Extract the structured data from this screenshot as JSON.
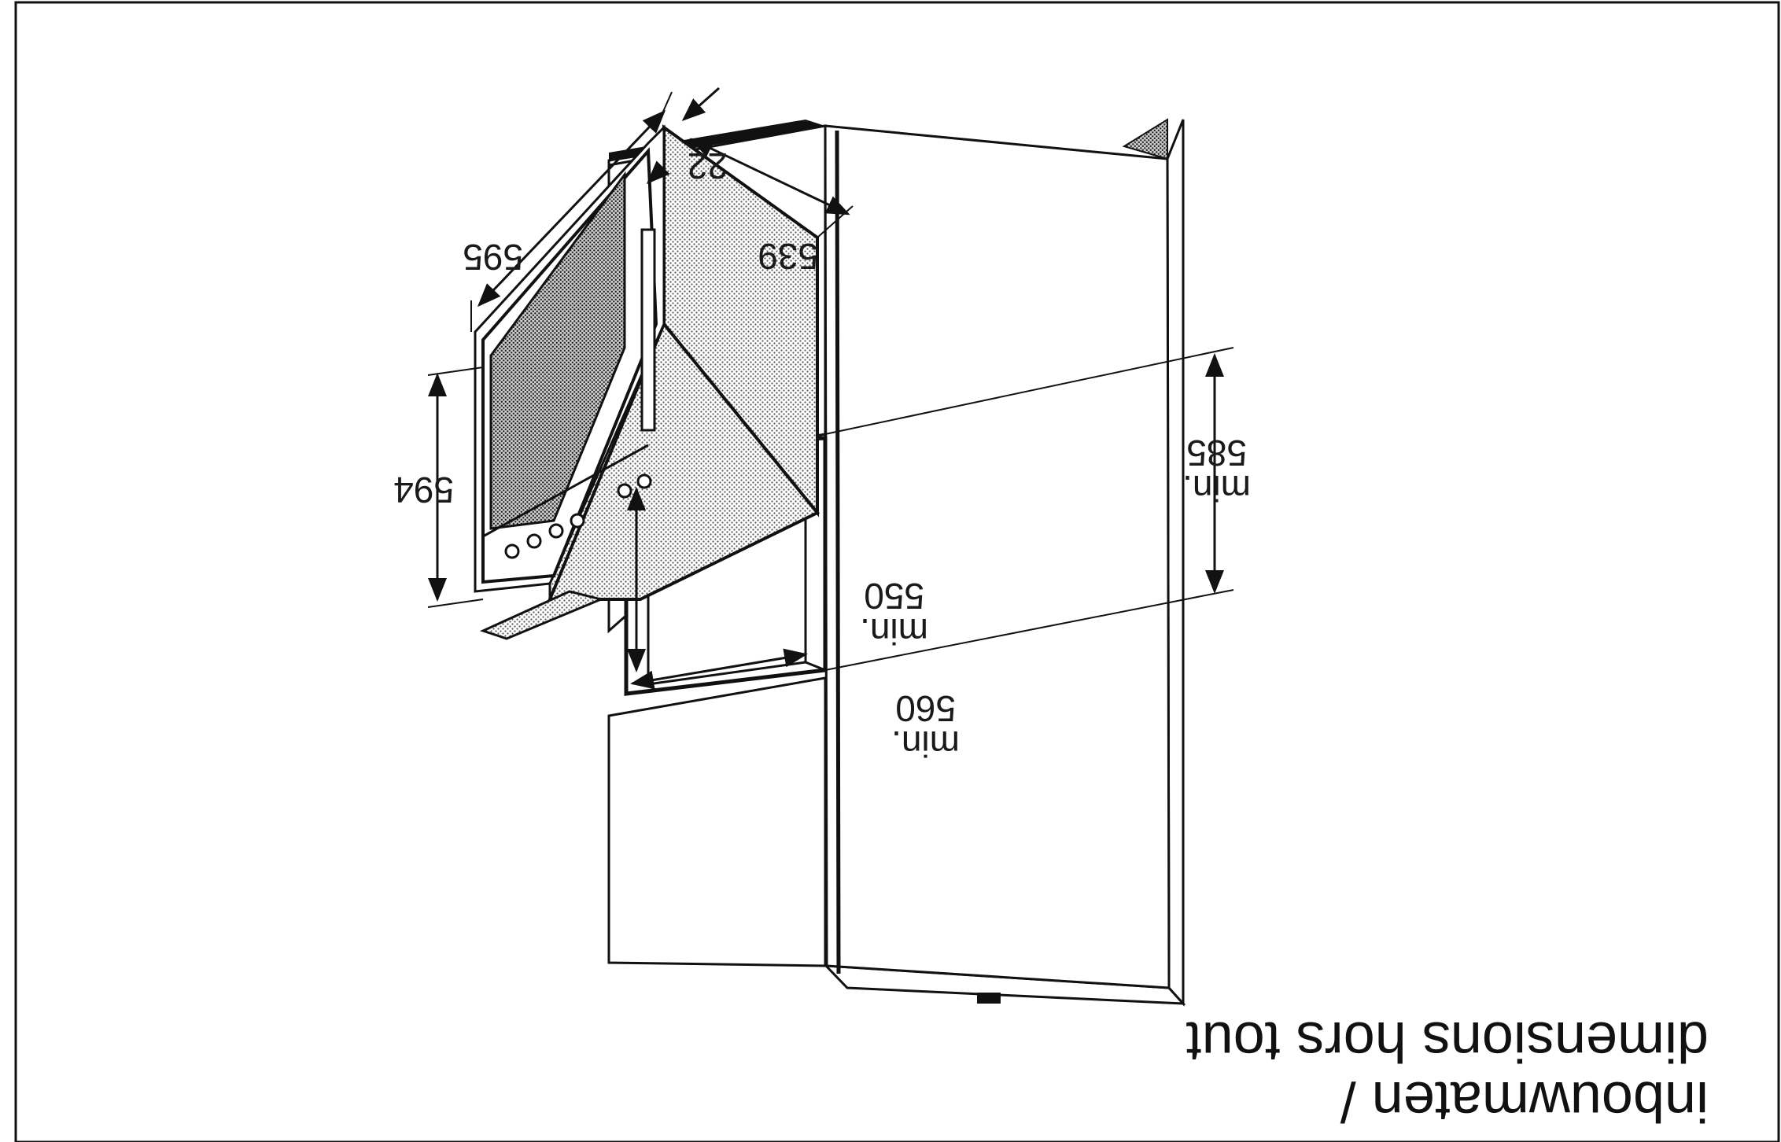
{
  "title": {
    "line1": "inbouwmaten /",
    "line2": "dimensions hors tout"
  },
  "appliance": {
    "width_label": "595",
    "height_label": "594",
    "depth_label": "539",
    "front_label": "22"
  },
  "niche": {
    "height_prefix": "min.",
    "height_value": "585",
    "width_prefix": "min.",
    "width_value": "560",
    "depth_prefix": "min.",
    "depth_value": "550"
  }
}
